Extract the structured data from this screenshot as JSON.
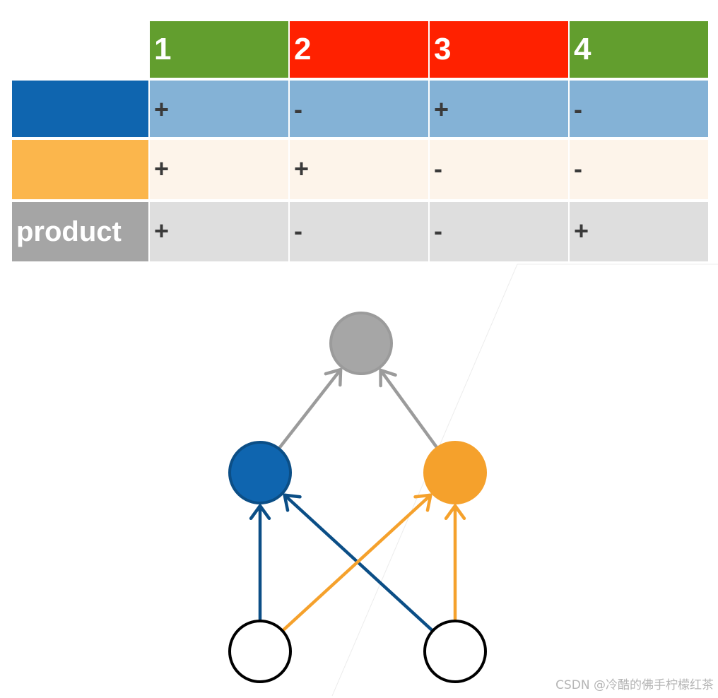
{
  "table": {
    "columns": [
      {
        "label": "1",
        "color": "#629E2E"
      },
      {
        "label": "2",
        "color": "#FF2100"
      },
      {
        "label": "3",
        "color": "#FF2100"
      },
      {
        "label": "4",
        "color": "#629E2E"
      }
    ],
    "rows": [
      {
        "label": "",
        "label_color": "#0F65AF",
        "cell_color": "#84B2D6",
        "values": [
          "+",
          "-",
          "+",
          "-"
        ]
      },
      {
        "label": "",
        "label_color": "#FBB64C",
        "cell_color": "#FDF4EA",
        "values": [
          "+",
          "+",
          "-",
          "-"
        ]
      },
      {
        "label": "product",
        "label_color": "#A5A5A5",
        "cell_color": "#DEDEDE",
        "values": [
          "+",
          "-",
          "-",
          "+"
        ]
      }
    ]
  },
  "network": {
    "nodes": [
      {
        "id": "output",
        "fill": "#A6A6A6",
        "stroke": "#9B9B9B"
      },
      {
        "id": "hidden-blue",
        "fill": "#0F65AF",
        "stroke": "#0B4E86"
      },
      {
        "id": "hidden-orange",
        "fill": "#F5A12C",
        "stroke": "#F5A12C"
      },
      {
        "id": "input-left",
        "fill": "#FFFFFF",
        "stroke": "#000000"
      },
      {
        "id": "input-right",
        "fill": "#FFFFFF",
        "stroke": "#000000"
      }
    ],
    "edges": [
      {
        "from": "hidden-blue",
        "to": "output",
        "color": "#9B9B9B"
      },
      {
        "from": "hidden-orange",
        "to": "output",
        "color": "#9B9B9B"
      },
      {
        "from": "input-left",
        "to": "hidden-blue",
        "color": "#0B4E86"
      },
      {
        "from": "input-right",
        "to": "hidden-blue",
        "color": "#0B4E86"
      },
      {
        "from": "input-left",
        "to": "hidden-orange",
        "color": "#F5A12C"
      },
      {
        "from": "input-right",
        "to": "hidden-orange",
        "color": "#F5A12C"
      }
    ]
  },
  "watermark": "CSDN @冷酷的佛手柠檬红茶"
}
